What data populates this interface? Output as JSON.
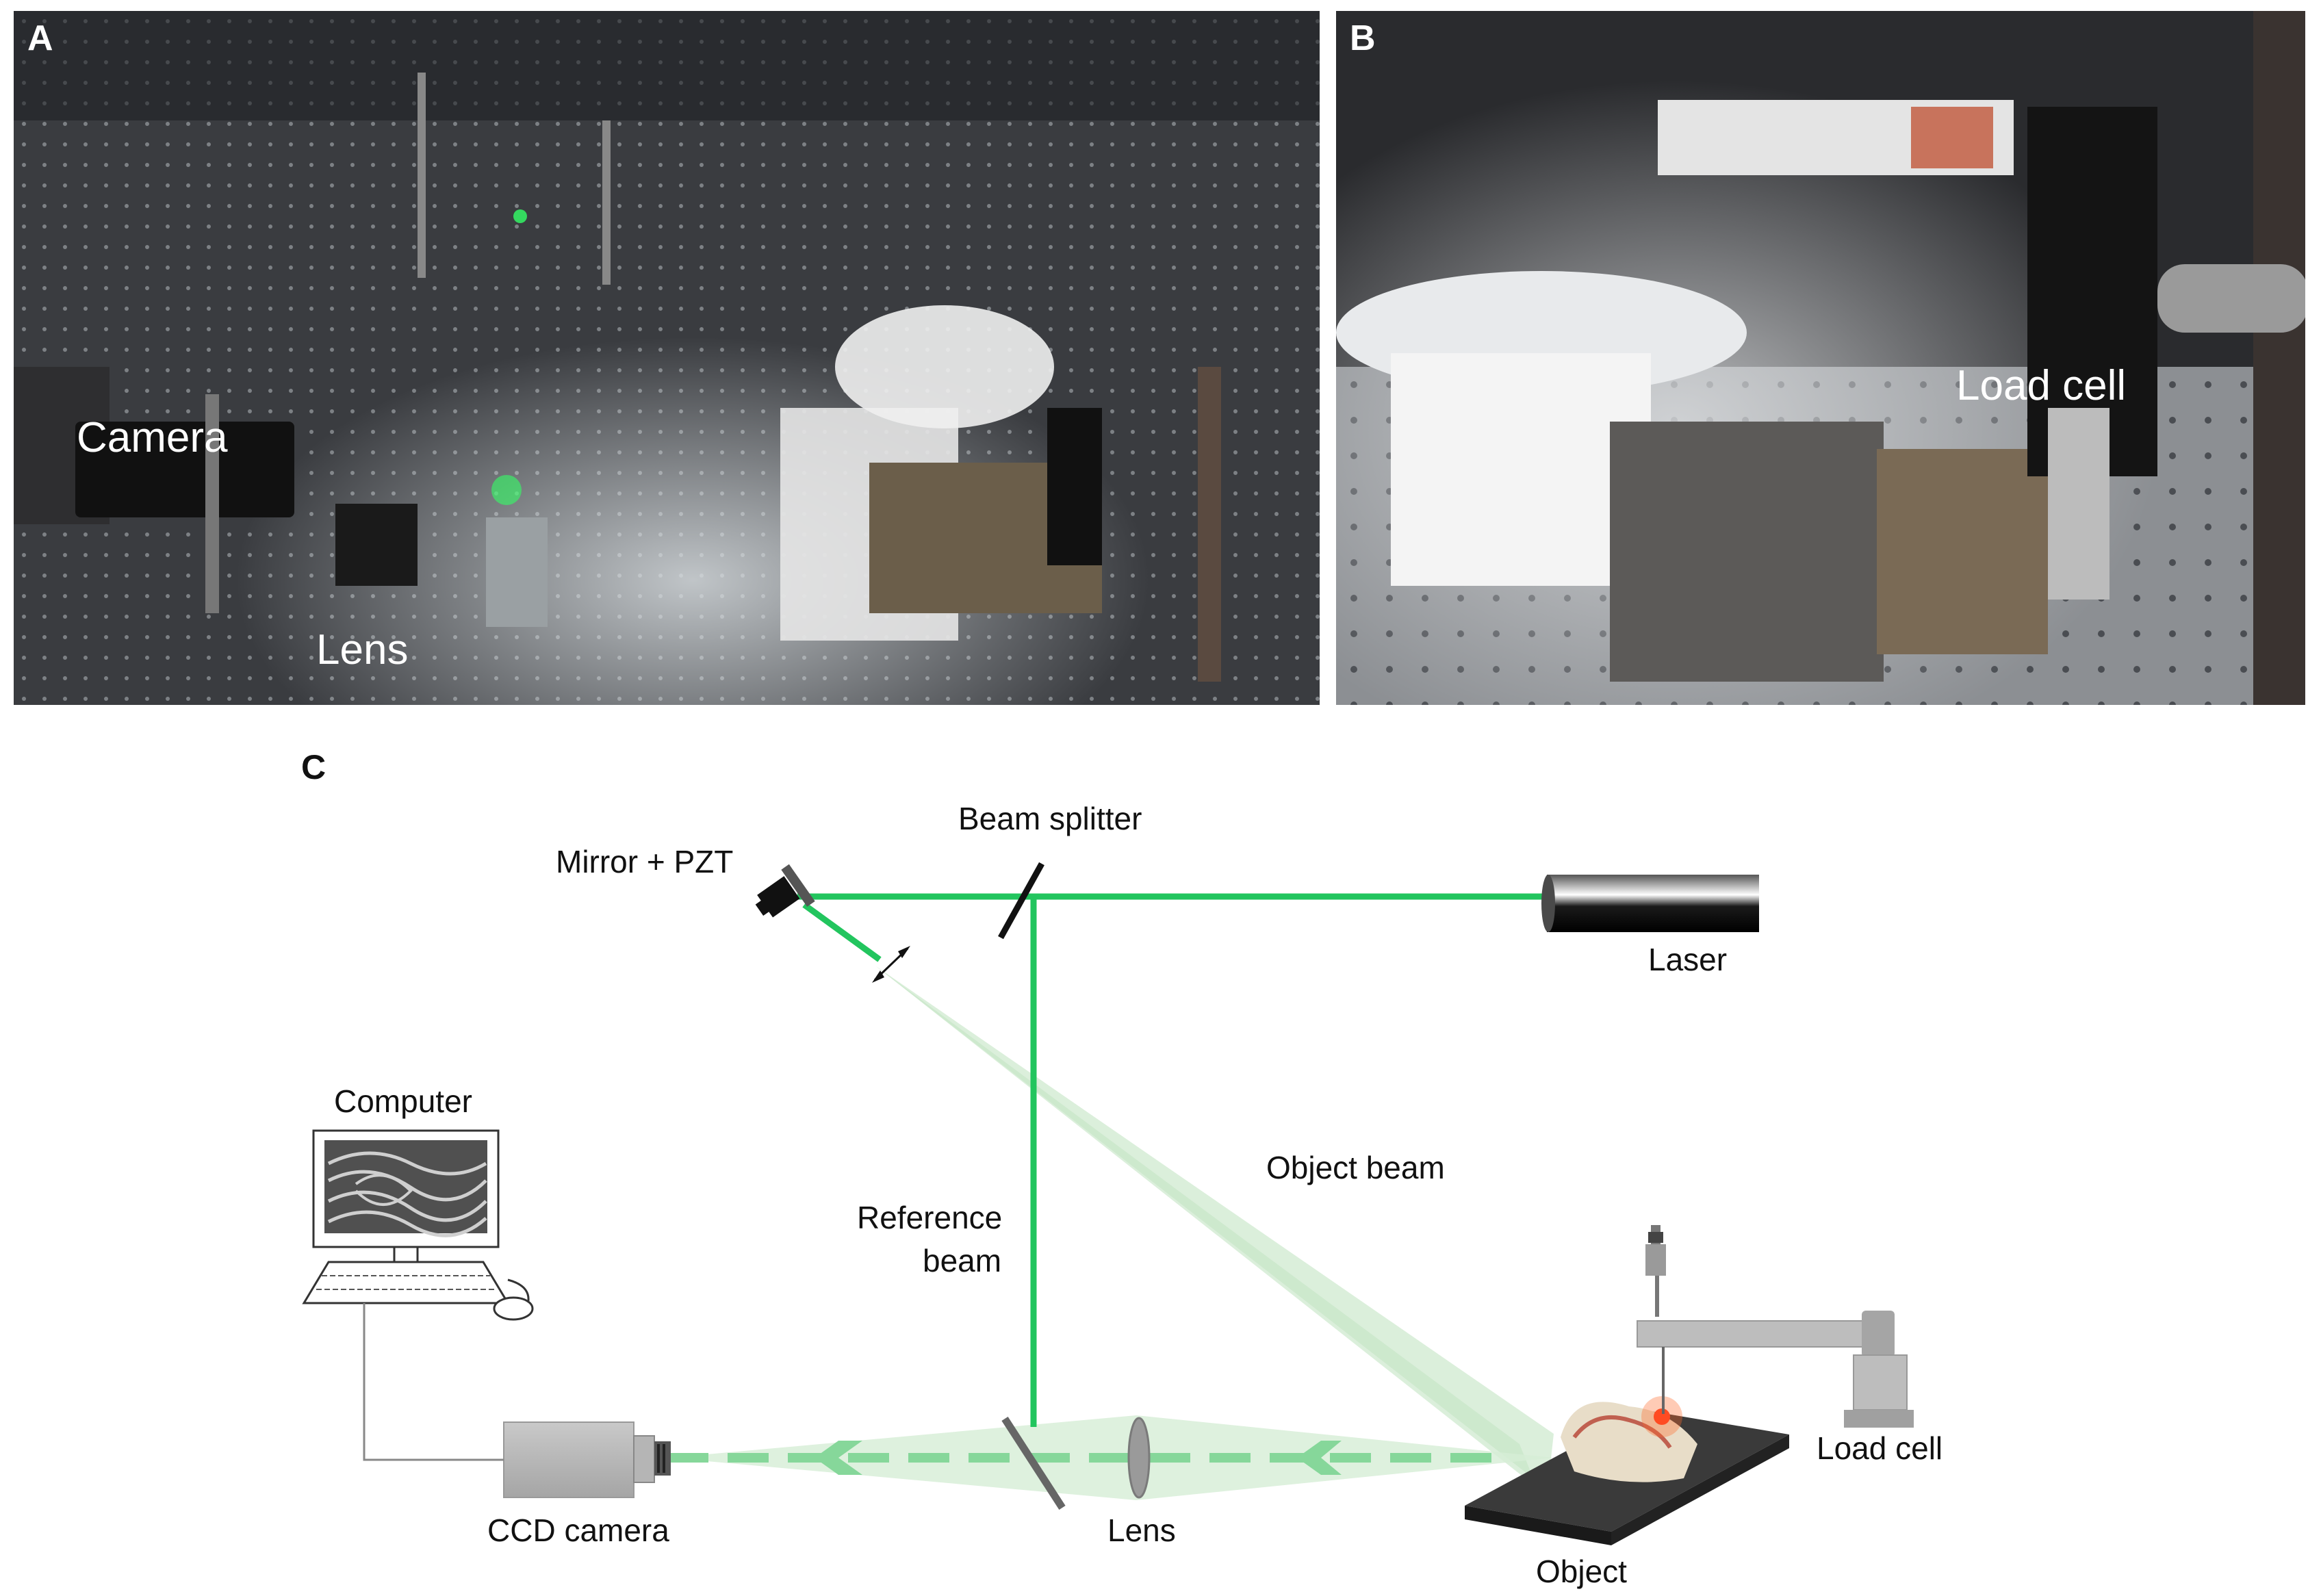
{
  "panels": {
    "a": {
      "letter": "A",
      "labels": {
        "camera": "Camera",
        "lens": "Lens"
      }
    },
    "b": {
      "letter": "B",
      "labels": {
        "load_cell": "Load cell"
      }
    },
    "c": {
      "letter": "C"
    }
  },
  "diagram": {
    "labels": {
      "mirror": "Mirror + PZT",
      "beam_splitter": "Beam splitter",
      "laser": "Laser",
      "computer": "Computer",
      "object_beam": "Object beam",
      "reference_beam_1": "Reference",
      "reference_beam_2": "beam",
      "ccd_camera": "CCD camera",
      "lens": "Lens",
      "object": "Object",
      "load_cell": "Load cell"
    }
  },
  "colors": {
    "beam": "#22c55e",
    "beam_light": "#9ee0a8",
    "cone": "#cfe9cf",
    "background": "#ffffff",
    "photo_dark": "#2a2a2c",
    "device_grey": "#b8b8b8"
  }
}
